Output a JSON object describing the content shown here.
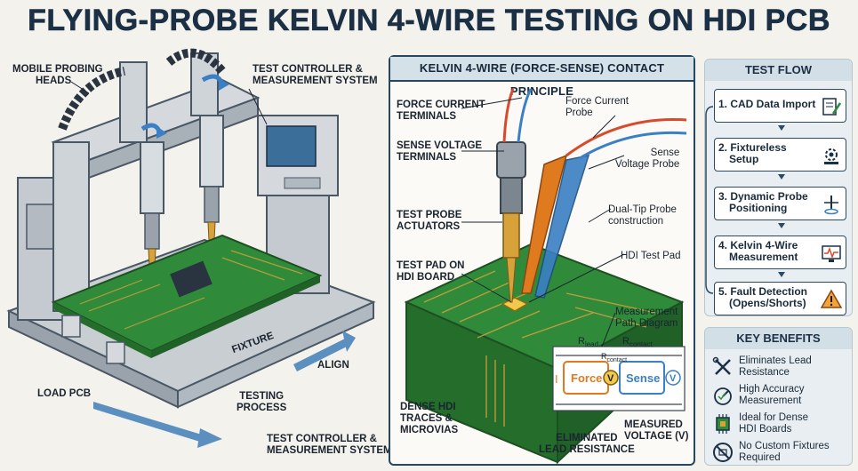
{
  "title": "FLYING-PROBE KELVIN 4-WIRE TESTING ON HDI PCB",
  "left_labels": {
    "mobile_heads": [
      "MOBILE PROBING",
      "HEADS"
    ],
    "controller_top": [
      "TEST CONTROLLER &",
      "MEASUREMENT SYSTEM"
    ],
    "fixture": "FIXTURE",
    "align": "ALIGN",
    "load_pcb": "LOAD PCB",
    "testing_process": [
      "TESTING",
      "PROCESS"
    ],
    "controller_bottom": [
      "TEST CONTROLLER &",
      "MEASUREMENT SYSTEM"
    ]
  },
  "center": {
    "heading": "KELVIN 4-WIRE (FORCE-SENSE) CONTACT PRINCIPLE",
    "labels": {
      "force_terminals": [
        "FORCE CURRENT",
        "TERMINALS"
      ],
      "sense_terminals": [
        "SENSE VOLTAGE",
        "TERMINALS"
      ],
      "actuators": [
        "TEST PROBE",
        "ACTUATORS"
      ],
      "test_pad": [
        "TEST PAD ON",
        "HDI BOARD"
      ],
      "dense_hdi": [
        "DENSE HDI",
        "TRACES &",
        "MICROVIAS"
      ],
      "force_probe": [
        "Force Current",
        "Probe"
      ],
      "sense_probe": [
        "Sense",
        "Voltage Probe"
      ],
      "dual_tip": [
        "Dual-Tip Probe",
        "construction"
      ],
      "hdi_pad": "HDI Test Pad",
      "path_diagram": [
        "Measurement",
        "Path Diagram"
      ],
      "eliminated": [
        "ELIMINATED",
        "LEAD RESISTANCE"
      ],
      "measured": [
        "MEASURED",
        "VOLTAGE (V)"
      ]
    },
    "circuit": {
      "r_lead": "R",
      "r_lead_sub": "lead",
      "r_contact": "R",
      "r_contact_sub": "contact",
      "r_contact2_sub": "contact",
      "current": "I",
      "force": "Force",
      "sense": "Sense",
      "v": "V",
      "v2": "V"
    }
  },
  "test_flow": {
    "heading": "TEST FLOW",
    "steps": [
      {
        "label": [
          "1. CAD Data Import"
        ],
        "icon": "document-pen-icon"
      },
      {
        "label": [
          "2. Fixtureless",
          "Setup"
        ],
        "icon": "gear-icon"
      },
      {
        "label": [
          "3. Dynamic Probe",
          "Positioning"
        ],
        "icon": "target-arrows-icon"
      },
      {
        "label": [
          "4. Kelvin 4-Wire",
          "Measurement"
        ],
        "icon": "monitor-waveform-icon"
      },
      {
        "label": [
          "5. Fault Detection",
          "(Opens/Shorts)"
        ],
        "icon": "warning-icon"
      }
    ]
  },
  "key_benefits": {
    "heading": "KEY BENEFITS",
    "items": [
      {
        "label": [
          "Eliminates Lead",
          "Resistance"
        ],
        "icon": "tools-icon"
      },
      {
        "label": [
          "High Accuracy",
          "Measurement"
        ],
        "icon": "gauge-icon"
      },
      {
        "label": [
          "Ideal for Dense",
          "HDI Boards"
        ],
        "icon": "chip-icon"
      },
      {
        "label": [
          "No Custom Fixtures",
          "Required"
        ],
        "icon": "no-fixture-icon"
      }
    ]
  },
  "colors": {
    "navy": "#1b2f45",
    "pcb_green": "#2f8a3a",
    "force_orange": "#e07a1f",
    "sense_blue": "#3b7fc4",
    "gold": "#d8a23a"
  }
}
